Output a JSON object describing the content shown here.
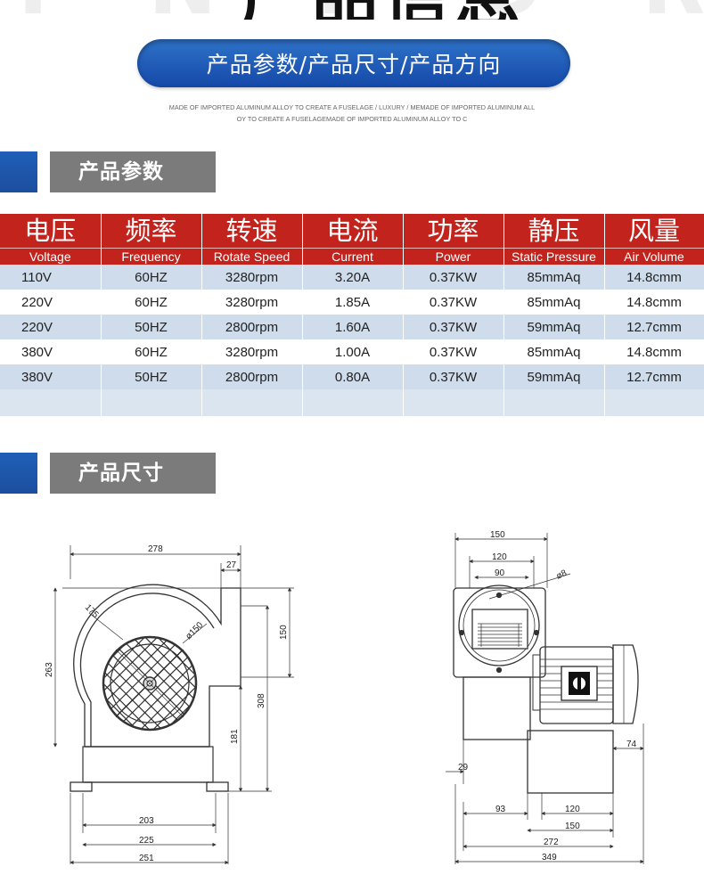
{
  "header": {
    "title_partial": "产品信息",
    "pill_title": "产品参数/产品尺寸/产品方向",
    "subtitle_line1": "MADE OF IMPORTED ALUMINUM ALLOY TO CREATE A FUSELAGE / LUXURY / MEMADE OF IMPORTED ALUMINUM ALL",
    "subtitle_line2": "OY TO CREATE A FUSELAGEMADE OF IMPORTED ALUMINUM ALLOY TO C"
  },
  "sections": {
    "params_label": "产品参数",
    "size_label": "产品尺寸"
  },
  "spec_table": {
    "headers_cn": [
      "电压",
      "频率",
      "转速",
      "电流",
      "功率",
      "静压",
      "风量"
    ],
    "headers_en": [
      "Voltage",
      "Frequency",
      "Rotate Speed",
      "Current",
      "Power",
      "Static Pressure",
      "Air Volume"
    ],
    "rows": [
      [
        "110V",
        "60HZ",
        "3280rpm",
        "3.20A",
        "0.37KW",
        "85mmAq",
        "14.8cmm"
      ],
      [
        "220V",
        "60HZ",
        "3280rpm",
        "1.85A",
        "0.37KW",
        "85mmAq",
        "14.8cmm"
      ],
      [
        "220V",
        "50HZ",
        "2800rpm",
        "1.60A",
        "0.37KW",
        "59mmAq",
        "12.7cmm"
      ],
      [
        "380V",
        "60HZ",
        "3280rpm",
        "1.00A",
        "0.37KW",
        "85mmAq",
        "14.8cmm"
      ],
      [
        "380V",
        "50HZ",
        "2800rpm",
        "0.80A",
        "0.37KW",
        "59mmAq",
        "12.7cmm"
      ]
    ]
  },
  "front_dims": {
    "d278": "278",
    "d27": "27",
    "d175": "175",
    "d150dia": "ø150",
    "d150": "150",
    "d263": "263",
    "d308": "308",
    "d181": "181",
    "d203": "203",
    "d225": "225",
    "d251": "251"
  },
  "side_dims": {
    "d150top": "150",
    "d120top": "120",
    "d90": "90",
    "d8": "ø8",
    "d74": "74",
    "d29": "29",
    "d93": "93",
    "d120bot": "120",
    "d150bot": "150",
    "d272": "272",
    "d349": "349"
  },
  "colors": {
    "accent_blue": "#1d55b0",
    "header_red": "#c3231d",
    "label_gray": "#7b7b7b",
    "row_blue": "#cfdceb"
  }
}
